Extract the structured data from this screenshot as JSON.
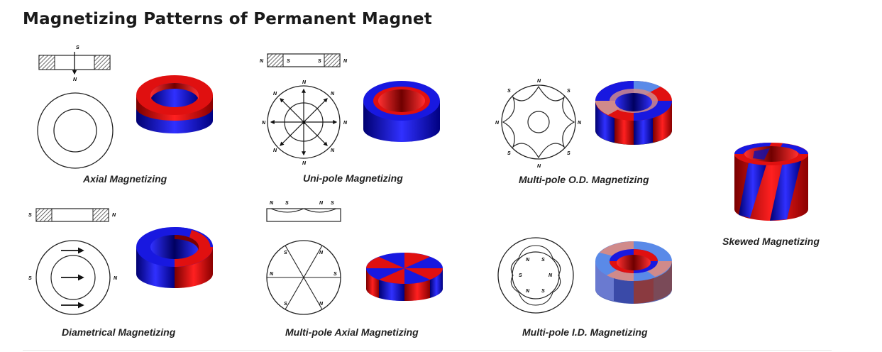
{
  "title": "Magnetizing Patterns of Permanent Magnet",
  "poles": {
    "north": "N",
    "south": "S"
  },
  "colors": {
    "north_red": "#e01010",
    "south_blue": "#1010d0",
    "light_blue": "#5a8ae8",
    "light_red": "#d08a8a",
    "hatch": "#444444"
  },
  "patterns": {
    "axial": {
      "caption": "Axial Magnetizing"
    },
    "unipole": {
      "caption": "Uni-pole Magnetizing"
    },
    "multipole_od": {
      "caption": "Multi-pole O.D. Magnetizing"
    },
    "skewed": {
      "caption": "Skewed Magnetizing"
    },
    "diametrical": {
      "caption": "Diametrical Magnetizing"
    },
    "multipole_axial": {
      "caption": "Multi-pole Axial Magnetizing"
    },
    "multipole_id": {
      "caption": "Multi-pole I.D. Magnetizing"
    }
  }
}
